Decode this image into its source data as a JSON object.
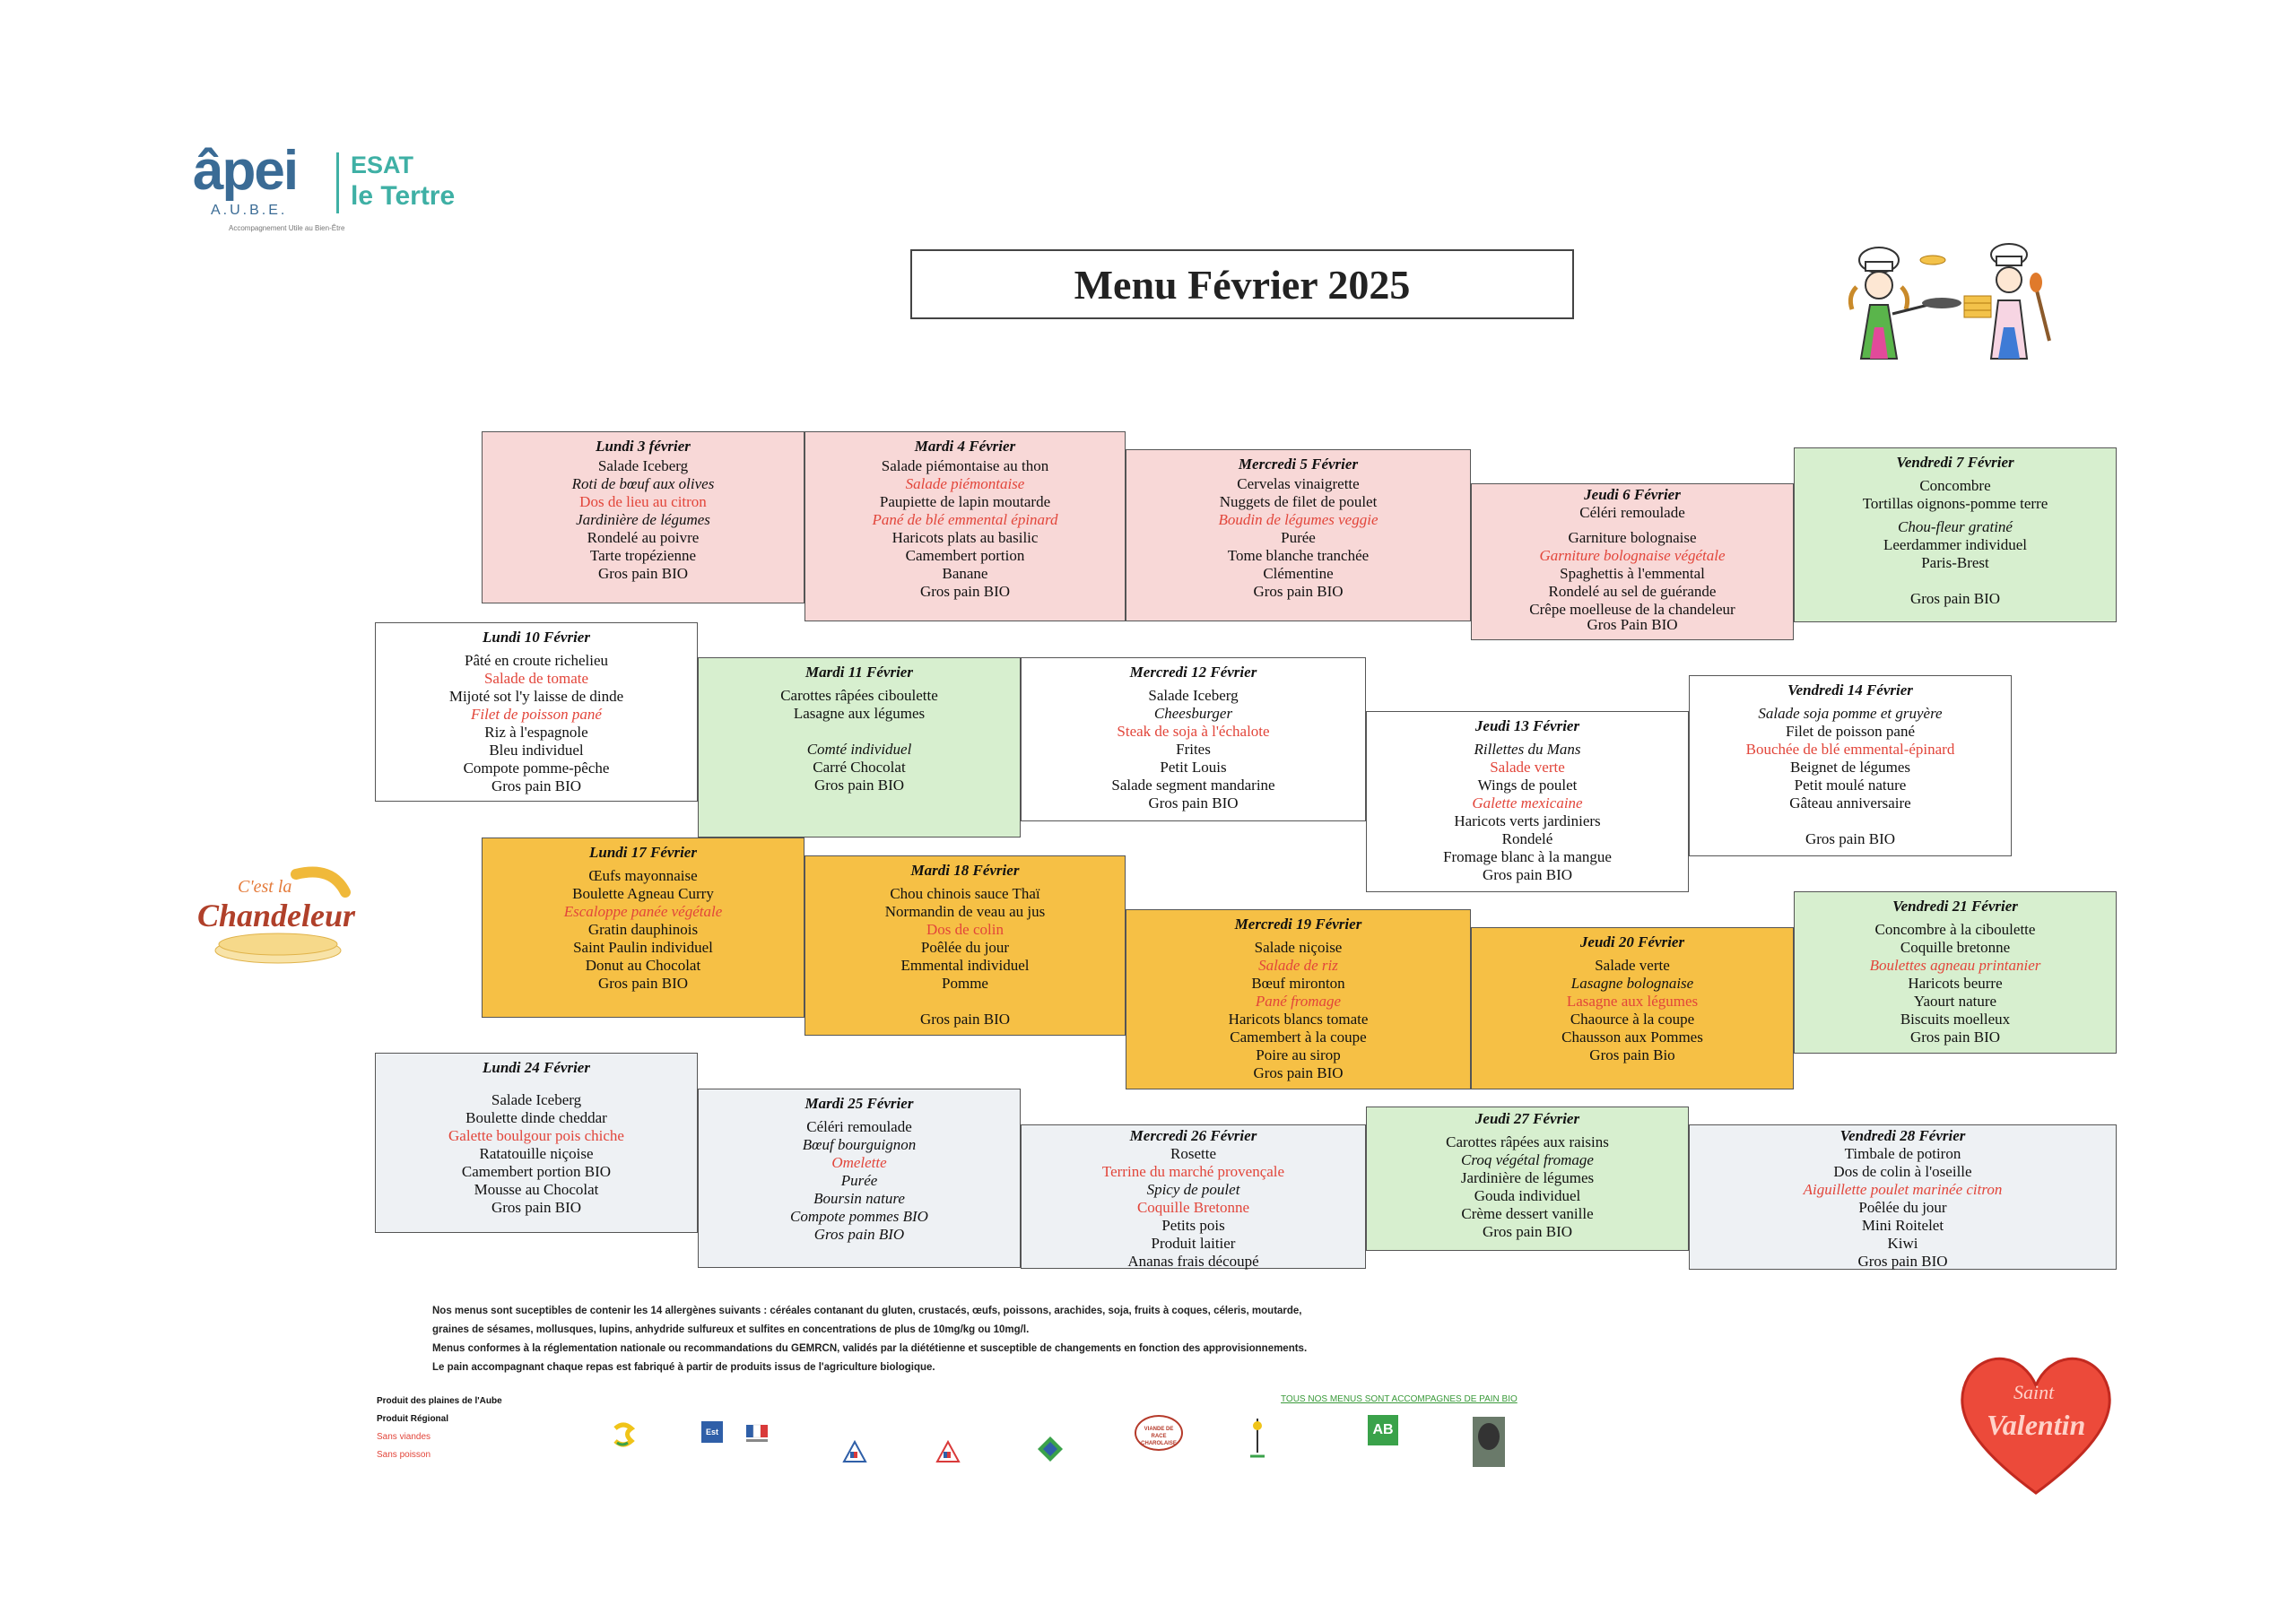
{
  "logo": {
    "name": "âpei",
    "sub": "A.U.B.E.",
    "tagline": "Accompagnement Utile au Bien-Être",
    "esat": "ESAT",
    "tertre": "le Tertre"
  },
  "title": "Menu Février 2025",
  "decor": {
    "chandeleur_small": "C'est la",
    "chandeleur_big": "Chandeleur",
    "valentin_top": "Saint",
    "valentin_bottom": "Valentin"
  },
  "week1": {
    "mon": {
      "day": "Lundi 3 février",
      "items": [
        "Salade Iceberg",
        "Roti de bœuf aux olives",
        "Dos de lieu au citron",
        "Jardinière de légumes",
        "Rondelé au poivre",
        "Tarte tropézienne",
        "Gros pain BIO"
      ]
    },
    "tue": {
      "day": "Mardi 4 Février",
      "items": [
        "Salade piémontaise au thon",
        "Salade piémontaise",
        "Paupiette de lapin moutarde",
        "Pané de blé emmental épinard",
        "Haricots plats au basilic",
        "Camembert portion",
        "Banane",
        "Gros pain BIO"
      ]
    },
    "wed": {
      "day": "Mercredi  5 Février",
      "items": [
        "Cervelas vinaigrette",
        "Nuggets de filet de poulet",
        "Boudin de légumes veggie",
        "Purée",
        "Tome blanche tranchée",
        "Clémentine",
        "Gros pain BIO"
      ]
    },
    "thu": {
      "day": "Jeudi 6 Février",
      "items": [
        "Céléri remoulade",
        "Garniture bolognaise",
        "Garniture bolognaise végétale",
        "Spaghettis à l'emmental",
        "Rondelé au sel de guérande",
        "Crêpe moelleuse de la chandeleur",
        "Gros Pain BIO"
      ]
    },
    "fri": {
      "day": "Vendredi 7 Février",
      "items": [
        "Concombre",
        "Tortillas oignons-pomme terre",
        "Chou-fleur gratiné",
        "Leerdammer individuel",
        "Paris-Brest",
        "Gros pain BIO"
      ]
    }
  },
  "week2": {
    "mon": {
      "day": "Lundi 10 Février",
      "items": [
        "Pâté en croute richelieu",
        "Salade de tomate",
        "Mijoté sot l'y laisse de dinde",
        "Filet de poisson pané",
        "Riz à l'espagnole",
        "Bleu individuel",
        "Compote pomme-pêche",
        "Gros pain BIO"
      ]
    },
    "tue": {
      "day": "Mardi 11 Février",
      "items": [
        "Carottes râpées ciboulette",
        "Lasagne aux légumes",
        "Comté individuel",
        "Carré Chocolat",
        "Gros pain BIO"
      ]
    },
    "wed": {
      "day": "Mercredi 12 Février",
      "items": [
        "Salade Iceberg",
        "Cheesburger",
        "Steak de soja à l'échalote",
        "Frites",
        "Petit Louis",
        "Salade segment mandarine",
        "Gros pain BIO"
      ]
    },
    "thu": {
      "day": "Jeudi 13 Février",
      "items": [
        "Rillettes du Mans",
        "Salade verte",
        "Wings de poulet",
        "Galette mexicaine",
        "Haricots verts jardiniers",
        "Rondelé",
        "Fromage blanc à la mangue",
        "Gros pain BIO"
      ]
    },
    "fri": {
      "day": "Vendredi 14 Février",
      "items": [
        "Salade soja pomme et gruyère",
        "Filet de poisson pané",
        "Bouchée de blé emmental-épinard",
        "Beignet de légumes",
        "Petit moulé nature",
        "Gâteau anniversaire",
        "Gros pain BIO"
      ]
    }
  },
  "week3": {
    "mon": {
      "day": "Lundi 17 Février",
      "items": [
        "Œufs mayonnaise",
        "Boulette Agneau Curry",
        "Escaloppe panée végétale",
        "Gratin dauphinois",
        "Saint Paulin individuel",
        "Donut au Chocolat",
        "Gros pain BIO"
      ]
    },
    "tue": {
      "day": "Mardi 18 Février",
      "items": [
        "Chou chinois sauce Thaï",
        "Normandin de veau au jus",
        "Dos de colin",
        "Poêlée du jour",
        "Emmental individuel",
        "Pomme",
        "Gros pain BIO"
      ]
    },
    "wed": {
      "day": "Mercredi 19 Février",
      "items": [
        "Salade niçoise",
        "Salade de riz",
        "Bœuf mironton",
        "Pané fromage",
        "Haricots blancs tomate",
        "Camembert à la coupe",
        "Poire au sirop",
        "Gros pain BIO"
      ]
    },
    "thu": {
      "day": "Jeudi 20 Février",
      "items": [
        "Salade verte",
        "Lasagne bolognaise",
        "Lasagne aux légumes",
        "Chaource à la coupe",
        "Chausson aux Pommes",
        "Gros pain Bio"
      ]
    },
    "fri": {
      "day": "Vendredi 21 Février",
      "items": [
        "Concombre à la ciboulette",
        "Coquille bretonne",
        "Boulettes agneau printanier",
        "Haricots beurre",
        "Yaourt nature",
        "Biscuits moelleux",
        "Gros pain BIO"
      ]
    }
  },
  "week4": {
    "mon": {
      "day": "Lundi 24 Février",
      "items": [
        "Salade Iceberg",
        "Boulette dinde cheddar",
        "Galette boulgour pois chiche",
        "Ratatouille niçoise",
        "Camembert portion BIO",
        "Mousse au Chocolat",
        "Gros pain BIO"
      ]
    },
    "tue": {
      "day": "Mardi 25 Février",
      "items": [
        "Céléri remoulade",
        "Bœuf bourguignon",
        "Omelette",
        "Purée",
        "Boursin nature",
        "Compote pommes BIO",
        "Gros pain BIO"
      ]
    },
    "wed": {
      "day": "Mercredi 26 Février",
      "items": [
        "Rosette",
        "Terrine du marché provençale",
        "Spicy de poulet",
        "Coquille Bretonne",
        "Petits pois",
        "Produit laitier",
        "Ananas frais découpé"
      ]
    },
    "thu": {
      "day": "Jeudi 27 Février",
      "items": [
        "Carottes râpées aux raisins",
        "Croq végétal fromage",
        "Jardinière de légumes",
        "Gouda individuel",
        "Crème dessert vanille",
        "Gros pain BIO"
      ]
    },
    "fri": {
      "day": "Vendredi 28 Février",
      "items": [
        "Timbale de potiron",
        "Dos de colin à l'oseille",
        "Aiguillette poulet marinée citron",
        "Poêlée du jour",
        "Mini Roitelet",
        "Kiwi",
        "Gros pain BIO"
      ]
    }
  },
  "allergens": [
    "Nos menus sont suceptibles de contenir les 14 allergènes suivants : céréales contanant du gluten, crustacés, œufs, poissons, arachides, soja, fruits à coques, céleris, moutarde,",
    "graines de sésames, mollusques, lupins, anhydride sulfureux et sulfites en concentrations de plus de 10mg/kg ou 10mg/l.",
    "Menus conformes à la réglementation nationale ou recommandations du GEMRCN, validés par la diététienne et susceptible de changements en fonction des approvisionnements.",
    "Le pain accompagnant chaque repas est fabriqué à partir de produits issus de l'agriculture biologique."
  ],
  "legend": [
    "Produit des plaines de l'Aube",
    "Produit Régional",
    "Sans viandes",
    "Sans poisson"
  ],
  "bio_note": "TOUS NOS MENUS SONT ACCOMPAGNES DE PAIN BIO",
  "badges": {
    "est": "Est",
    "charolais": "VIANDE DE RACE CHAROLAISE",
    "ab": "AB"
  },
  "colors": {
    "pink": "#f8d8d7",
    "green": "#d7efcf",
    "orange": "#f6c045",
    "grey": "#eef1f4",
    "red_text": "#e2453a",
    "teal": "#3fb0a5",
    "blue": "#3a6b95"
  }
}
